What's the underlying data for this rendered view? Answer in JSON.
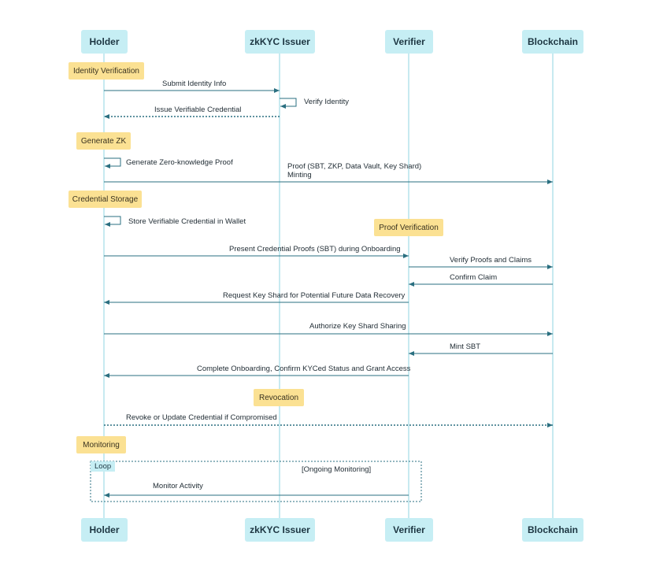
{
  "participants": {
    "holder": "Holder",
    "issuer": "zkKYC Issuer",
    "verifier": "Verifier",
    "blockchain": "Blockchain"
  },
  "notes": {
    "identity_verification": "Identity Verification",
    "generate_zk": "Generate ZK",
    "credential_storage": "Credential Storage",
    "proof_verification": "Proof Verification",
    "revocation": "Revocation",
    "monitoring": "Monitoring"
  },
  "messages": {
    "submit_identity": "Submit Identity Info",
    "verify_identity": "Verify Identity",
    "issue_credential": "Issue Verifiable Credential",
    "generate_proof": "Generate Zero-knowledge Proof",
    "proof_minting_1": "Proof (SBT, ZKP, Data Vault, Key Shard)",
    "proof_minting_2": "Minting",
    "store_credential": "Store Verifiable Credential in Wallet",
    "present_proofs": "Present Credential Proofs (SBT) during Onboarding",
    "verify_proofs": "Verify Proofs and Claims",
    "confirm_claim": "Confirm Claim",
    "request_key_shard": "Request Key Shard for Potential Future Data Recovery",
    "authorize_key_shard": "Authorize Key Shard Sharing",
    "mint_sbt": "Mint SBT",
    "complete_onboarding": "Complete Onboarding, Confirm KYCed Status and Grant Access",
    "revoke_update": "Revoke or Update Credential if Compromised",
    "monitor_activity": "Monitor Activity"
  },
  "loop": {
    "tag": "Loop",
    "condition": "[Ongoing Monitoring]"
  },
  "colors": {
    "participant_fill": "#c6eef4",
    "lifeline": "#8fd6e2",
    "note_fill": "#fbe193",
    "arrow": "#2a6f80"
  }
}
